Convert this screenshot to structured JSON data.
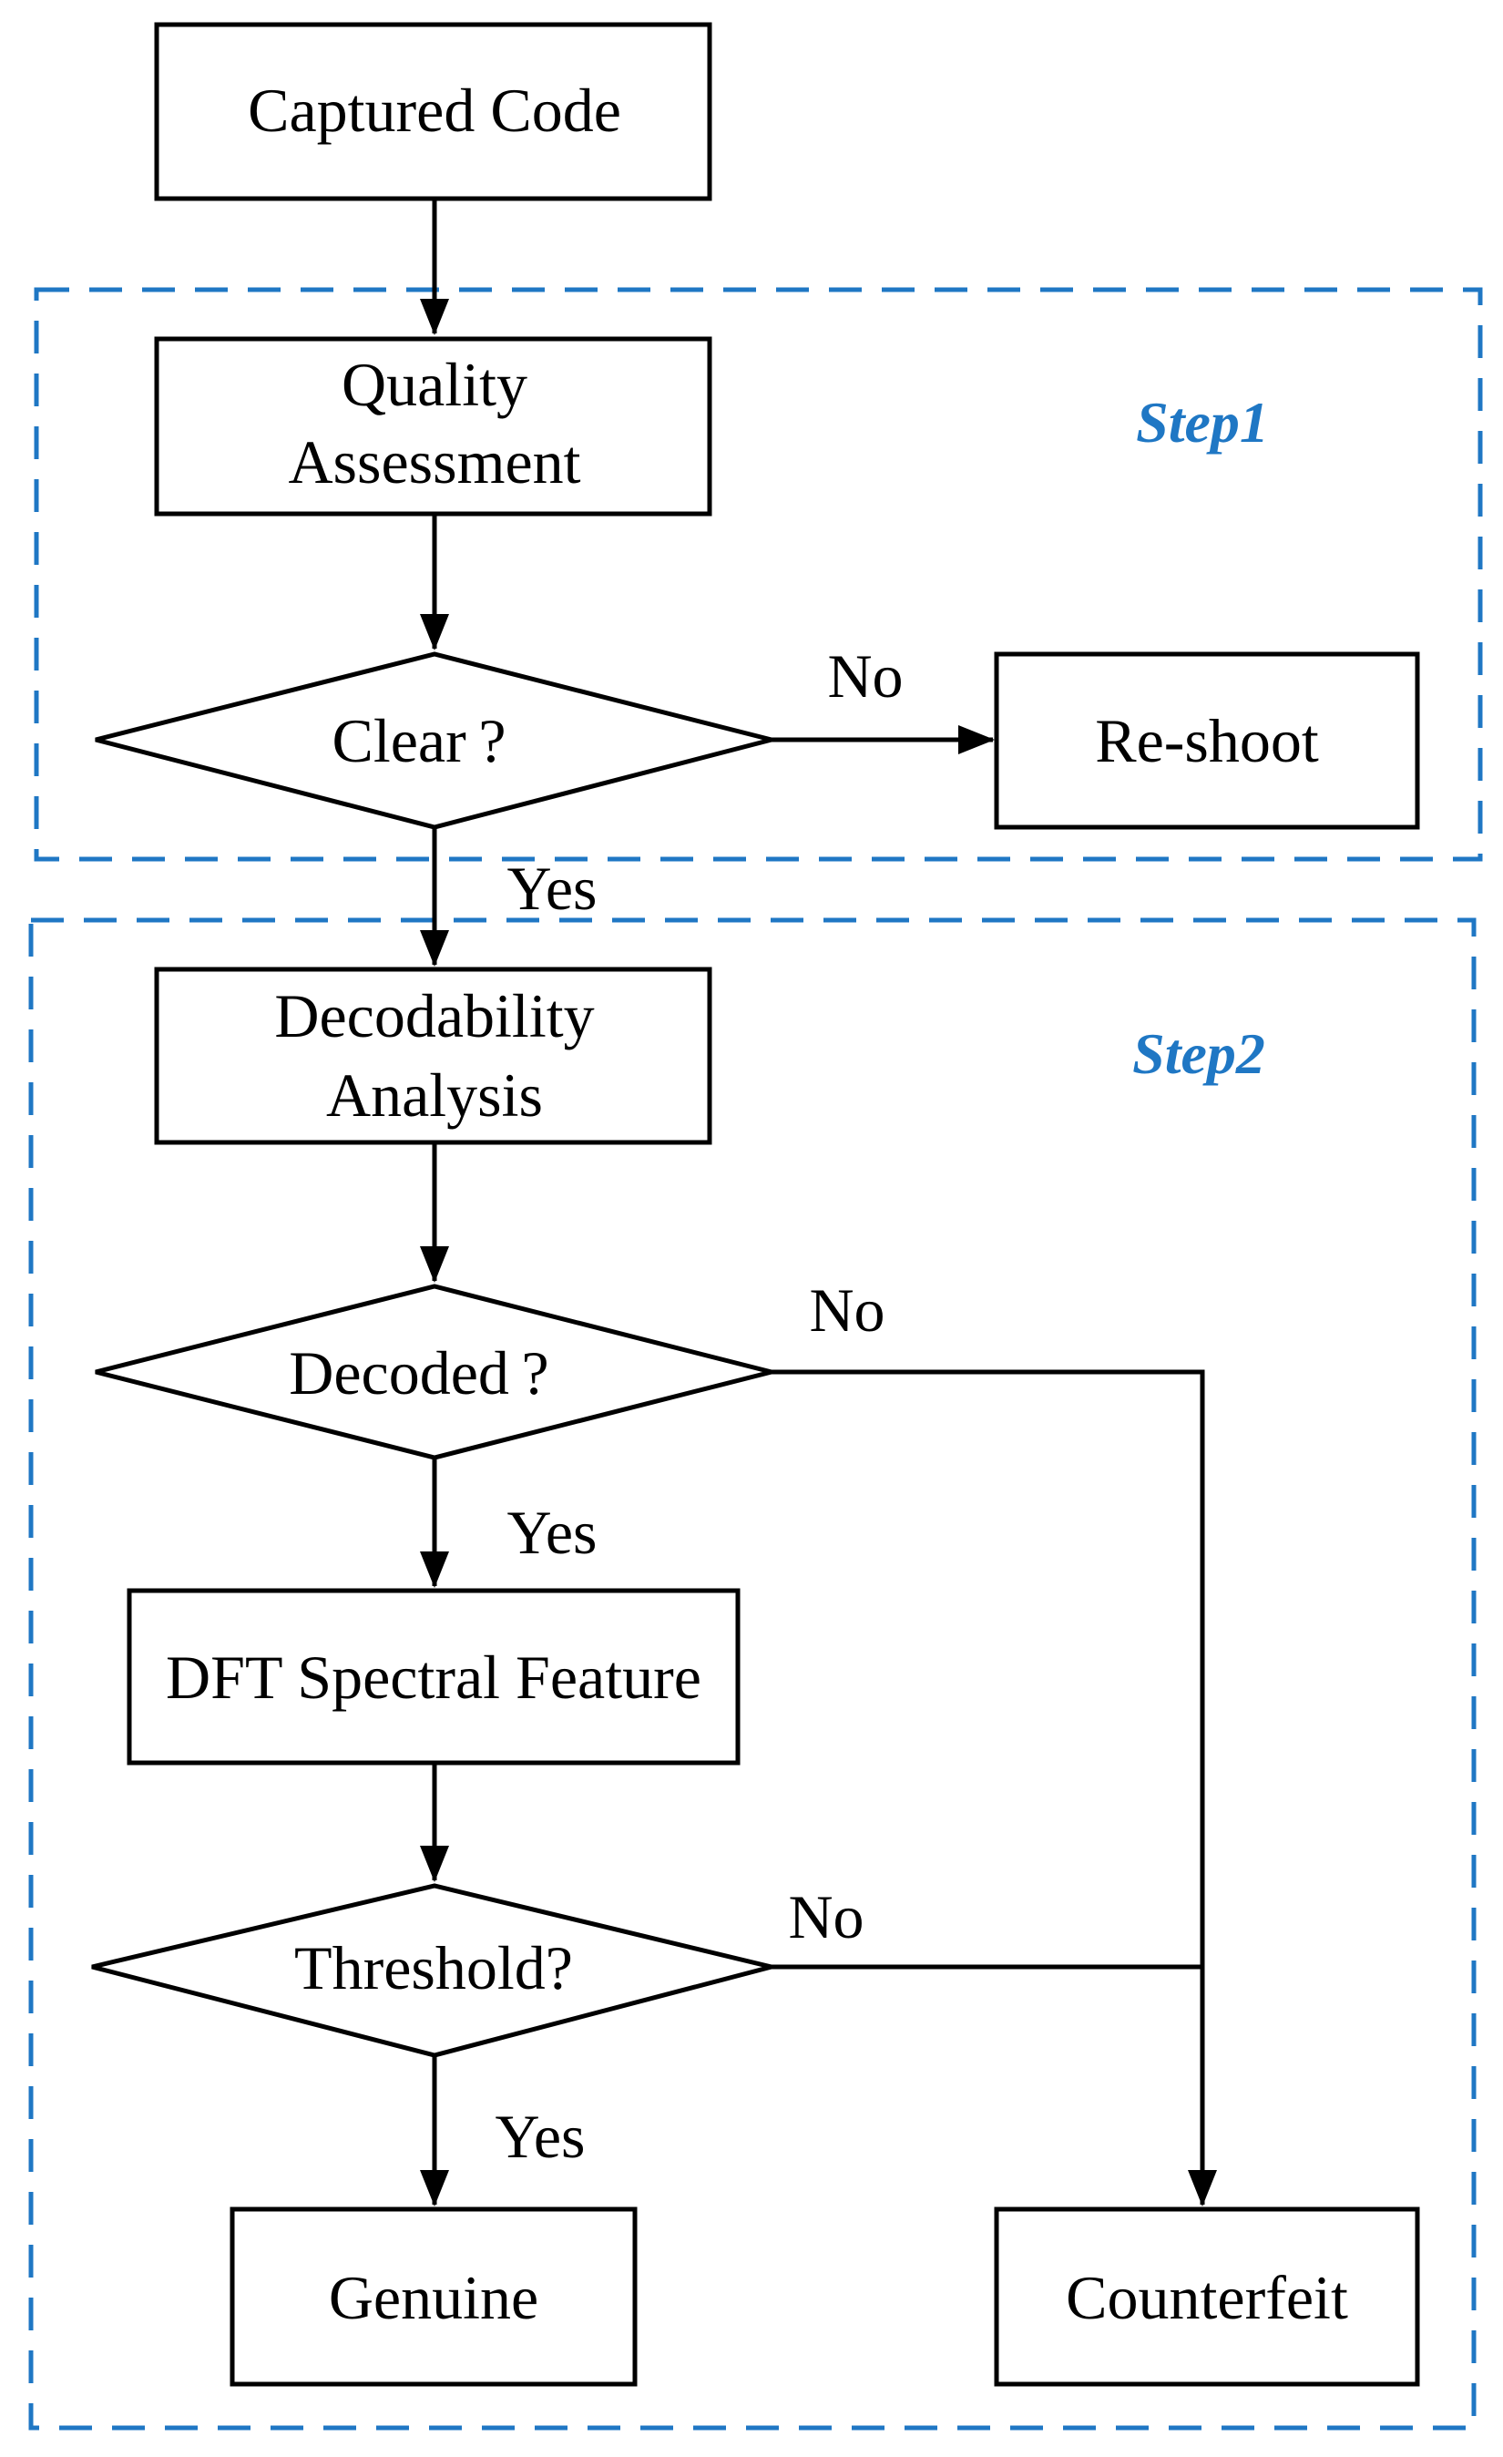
{
  "steps": {
    "step1": "Step1",
    "step2": "Step2"
  },
  "nodes": {
    "captured_code": "Captured Code",
    "quality_assessment": [
      "Quality",
      "Assessment"
    ],
    "clear": "Clear ?",
    "reshoot": "Re-shoot",
    "decodability_analysis": [
      "Decodability",
      "Analysis"
    ],
    "decoded": "Decoded ?",
    "dft_spectral_feature": "DFT Spectral Feature",
    "threshold": "Threshold?",
    "genuine": "Genuine",
    "counterfeit": "Counterfeit"
  },
  "edge_labels": {
    "clear_no": "No",
    "clear_yes": "Yes",
    "decoded_no": "No",
    "decoded_yes": "Yes",
    "threshold_no": "No",
    "threshold_yes": "Yes"
  },
  "colors": {
    "step_frame": "#1f77c4",
    "step_label": "#1f77c4",
    "node_stroke": "#000000"
  }
}
